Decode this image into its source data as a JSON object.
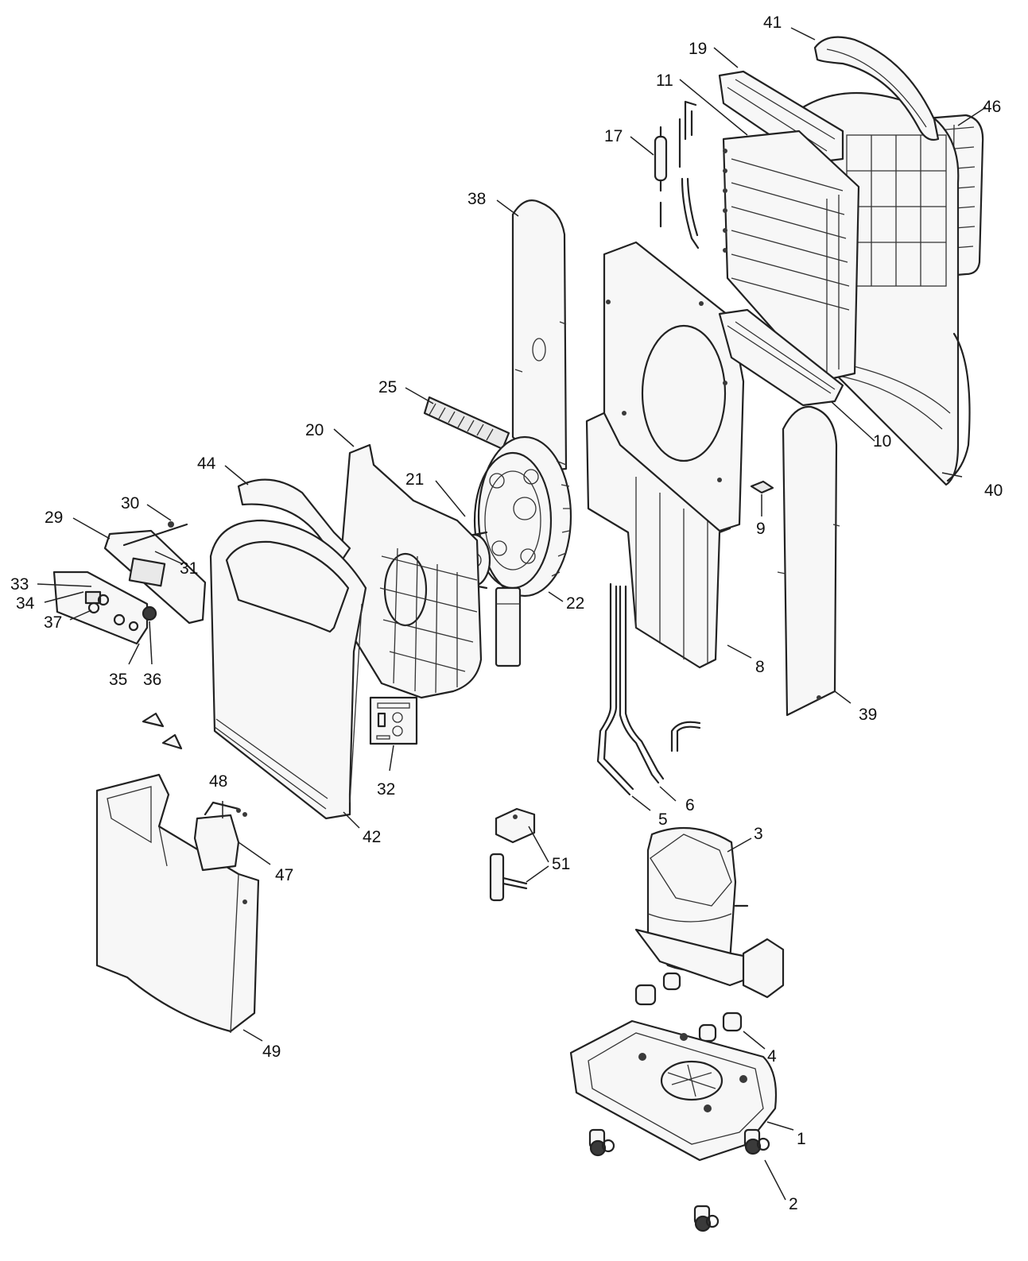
{
  "diagram": {
    "callouts": [
      {
        "id": "1",
        "label": "1"
      },
      {
        "id": "2",
        "label": "2"
      },
      {
        "id": "3",
        "label": "3"
      },
      {
        "id": "4",
        "label": "4"
      },
      {
        "id": "5",
        "label": "5"
      },
      {
        "id": "6",
        "label": "6"
      },
      {
        "id": "8",
        "label": "8"
      },
      {
        "id": "9",
        "label": "9"
      },
      {
        "id": "10",
        "label": "10"
      },
      {
        "id": "11",
        "label": "11"
      },
      {
        "id": "17",
        "label": "17"
      },
      {
        "id": "19",
        "label": "19"
      },
      {
        "id": "20",
        "label": "20"
      },
      {
        "id": "21",
        "label": "21"
      },
      {
        "id": "22",
        "label": "22"
      },
      {
        "id": "25",
        "label": "25"
      },
      {
        "id": "29",
        "label": "29"
      },
      {
        "id": "30",
        "label": "30"
      },
      {
        "id": "31",
        "label": "31"
      },
      {
        "id": "32",
        "label": "32"
      },
      {
        "id": "33",
        "label": "33"
      },
      {
        "id": "34",
        "label": "34"
      },
      {
        "id": "35",
        "label": "35"
      },
      {
        "id": "36",
        "label": "36"
      },
      {
        "id": "37",
        "label": "37"
      },
      {
        "id": "38",
        "label": "38"
      },
      {
        "id": "39",
        "label": "39"
      },
      {
        "id": "40",
        "label": "40"
      },
      {
        "id": "41",
        "label": "41"
      },
      {
        "id": "42",
        "label": "42"
      },
      {
        "id": "44",
        "label": "44"
      },
      {
        "id": "46",
        "label": "46"
      },
      {
        "id": "47",
        "label": "47"
      },
      {
        "id": "48",
        "label": "48"
      },
      {
        "id": "49",
        "label": "49"
      },
      {
        "id": "51",
        "label": "51"
      }
    ]
  },
  "colors": {
    "line": "#222222",
    "background": "#ffffff",
    "fill_light": "#f7f7f7",
    "fill_grey": "#e9e9e9"
  }
}
